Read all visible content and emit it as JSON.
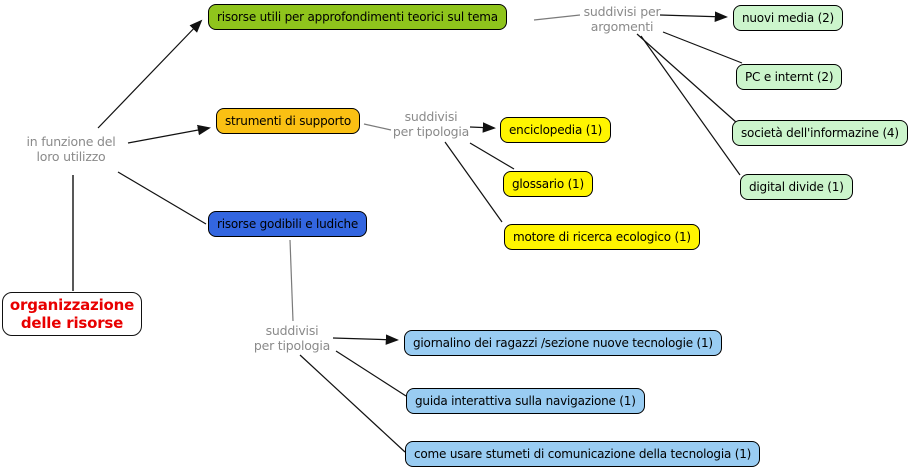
{
  "diagram": {
    "title": "organizzazione delle risorse",
    "root": {
      "line1": "organizzazione",
      "line2": "delle risorse",
      "text_color": "#e80000"
    },
    "link_labels": {
      "utilizzo": {
        "line1": "in funzione del",
        "line2": "loro utilizzo"
      },
      "argomenti": {
        "line1": "suddivisi per",
        "line2": "argomenti"
      },
      "tipologia_supporto": {
        "line1": "suddivisi",
        "line2": "per tipologia"
      },
      "tipologia_ludiche": {
        "line1": "suddivisi",
        "line2": "per tipologia"
      }
    },
    "nodes": {
      "risorse_utili": {
        "label": "risorse utili per approfondimenti teorici sul tema",
        "color": "#8fc41c"
      },
      "strumenti": {
        "label": "strumenti di supporto",
        "color": "#fac013"
      },
      "godibili": {
        "label": "risorse godibili e ludiche",
        "color": "#3366e0"
      },
      "nuovi_media": {
        "label": "nuovi media (2)",
        "color": "#ccf5cc"
      },
      "pc_internet": {
        "label": "PC e internt (2)",
        "color": "#ccf5cc"
      },
      "societa": {
        "label": "società dell'informazine (4)",
        "color": "#ccf5cc"
      },
      "digital_divide": {
        "label": "digital divide (1)",
        "color": "#ccf5cc"
      },
      "enciclopedia": {
        "label": "enciclopedia (1)",
        "color": "#fff500"
      },
      "glossario": {
        "label": "glossario (1)",
        "color": "#fff500"
      },
      "motore": {
        "label": "motore di ricerca ecologico (1)",
        "color": "#fff500"
      },
      "giornalino": {
        "label": "giornalino dei ragazzi /sezione nuove tecnologie (1)",
        "color": "#99ccf2"
      },
      "guida": {
        "label": "guida interattiva sulla navigazione (1)",
        "color": "#99ccf2"
      },
      "come_usare": {
        "label": "come usare stumeti di comunicazione della tecnologia (1)",
        "color": "#99ccf2"
      }
    },
    "colors": {
      "dark_green_node": "#8fc41c",
      "light_green_node": "#ccf5cc",
      "orange_node": "#fac013",
      "yellow_node": "#fff500",
      "blue_node": "#3366e0",
      "light_blue_node": "#99ccf2",
      "link_label_text": "#8a8a8a",
      "root_text": "#e80000"
    }
  }
}
